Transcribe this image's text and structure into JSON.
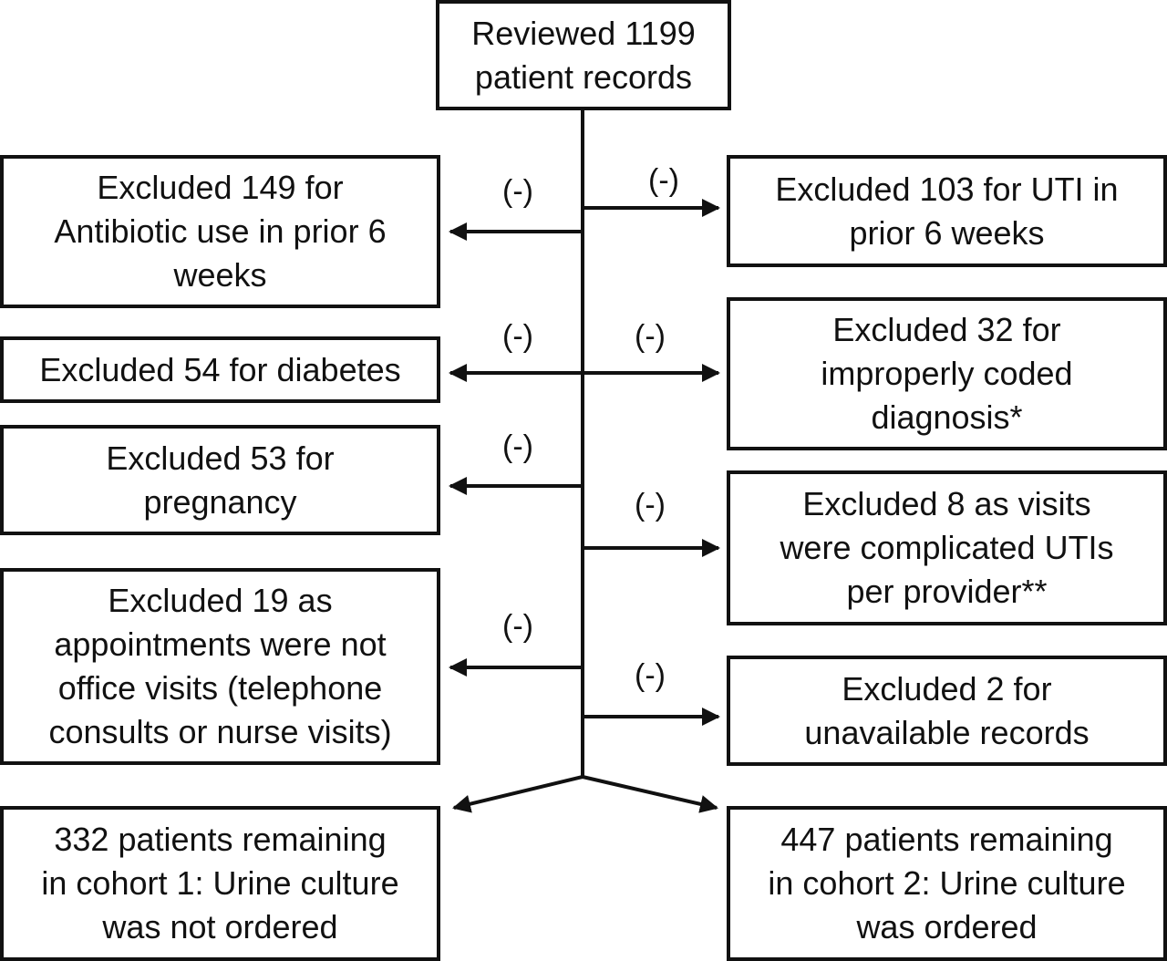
{
  "boxes": {
    "reviewed": [
      "Reviewed 1199",
      "patient records"
    ],
    "antibiotic": [
      "Excluded 149 for",
      "Antibiotic use in prior 6",
      "weeks"
    ],
    "uti": [
      "Excluded 103 for UTI in",
      "prior 6 weeks"
    ],
    "diabetes": [
      "Excluded 54 for diabetes"
    ],
    "coded": [
      "Excluded 32 for",
      "improperly coded",
      "diagnosis*"
    ],
    "pregnancy": [
      "Excluded 53 for",
      "pregnancy"
    ],
    "complicated": [
      "Excluded 8 as visits",
      "were complicated UTIs",
      "per provider**"
    ],
    "office": [
      "Excluded 19 as",
      "appointments were not",
      "office visits (telephone",
      "consults or nurse visits)"
    ],
    "unavailable": [
      "Excluded 2 for",
      "unavailable records"
    ],
    "cohort1": [
      "332 patients remaining",
      "in cohort 1: Urine culture",
      "was not ordered"
    ],
    "cohort2": [
      "447 patients remaining",
      "in cohort 2: Urine culture",
      "was ordered"
    ]
  },
  "arrow_label": "(-)"
}
